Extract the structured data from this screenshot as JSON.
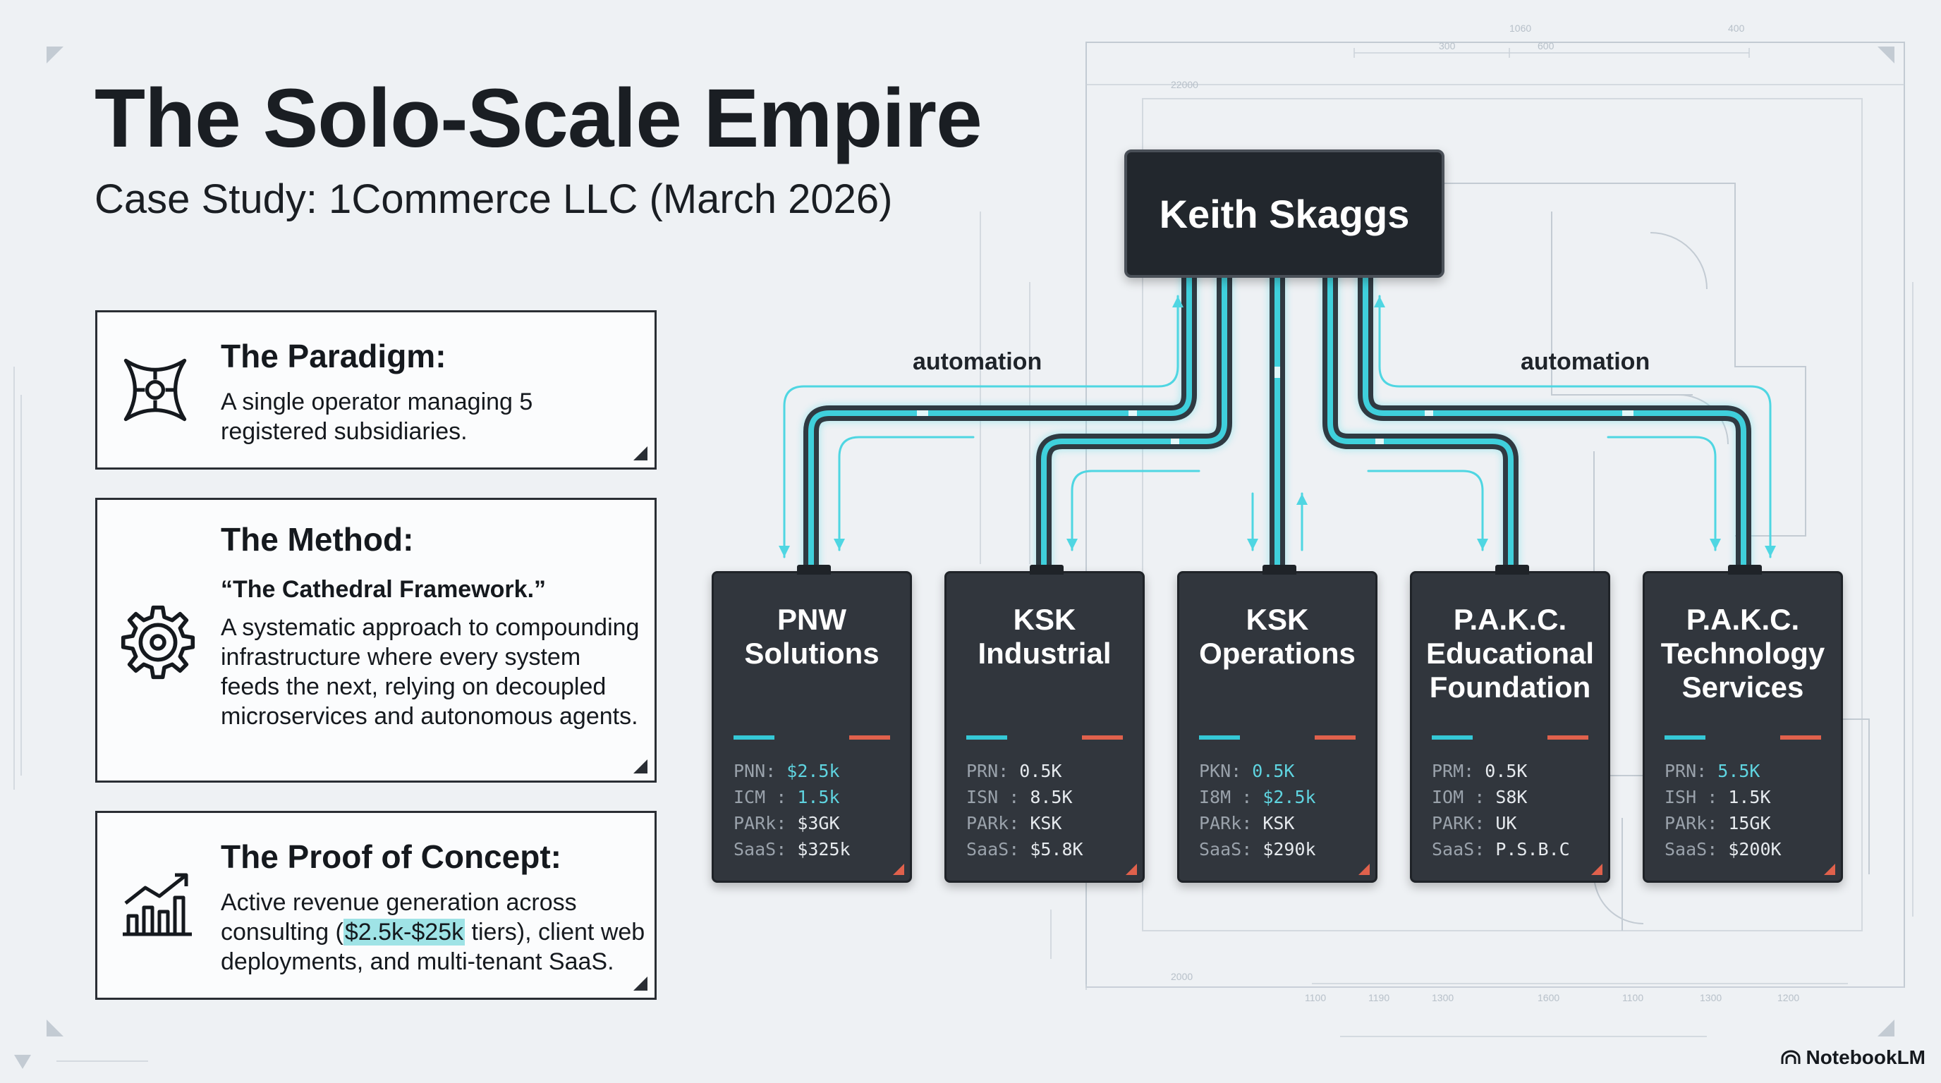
{
  "header": {
    "title": "The Solo-Scale Empire",
    "subtitle": "Case Study: 1Commerce LLC (March 2026)"
  },
  "panels": [
    {
      "icon": "star-compass-icon",
      "title": "The Paradigm:",
      "text": "A single operator managing 5 registered subsidiaries."
    },
    {
      "icon": "gear-icon",
      "title": "The Method:",
      "quote": "“The Cathedral Framework.”",
      "text": "A systematic approach to compounding infrastructure where every system feeds the next, relying on decoupled microservices and autonomous agents."
    },
    {
      "icon": "growth-chart-icon",
      "title": "The Proof of Concept:",
      "text_before": "Active revenue generation across consulting (",
      "highlight": "$2.5k-$25k",
      "text_after": " tiers), client web deployments, and multi-tenant SaaS."
    }
  ],
  "org": {
    "root": "Keith Skaggs",
    "automation_left": "automation",
    "automation_right": "automation",
    "subsidiaries": [
      {
        "name": "PNW\nSolutions",
        "metrics": [
          {
            "label": "PNN:",
            "value": "$2.5k",
            "highlight": true
          },
          {
            "label": "ICM :",
            "value": "1.5k",
            "highlight": true
          },
          {
            "label": "PARk:",
            "value": "$3GK",
            "highlight": false
          },
          {
            "label": "SaaS:",
            "value": "$325k",
            "highlight": false
          }
        ]
      },
      {
        "name": "KSK\nIndustrial",
        "metrics": [
          {
            "label": "PRN:",
            "value": "0.5K",
            "highlight": false
          },
          {
            "label": "ISN :",
            "value": "8.5K",
            "highlight": false
          },
          {
            "label": "PARk:",
            "value": "KSK",
            "highlight": false
          },
          {
            "label": "SaaS:",
            "value": "$5.8K",
            "highlight": false
          }
        ]
      },
      {
        "name": "KSK\nOperations",
        "metrics": [
          {
            "label": "PKN:",
            "value": "0.5K",
            "highlight": true
          },
          {
            "label": "I8M :",
            "value": "$2.5k",
            "highlight": true
          },
          {
            "label": "PARk:",
            "value": "KSK",
            "highlight": false
          },
          {
            "label": "SaaS:",
            "value": "$290k",
            "highlight": false
          }
        ]
      },
      {
        "name": "P.A.K.C.\nEducational\nFoundation",
        "metrics": [
          {
            "label": "PRM:",
            "value": "0.5K",
            "highlight": false
          },
          {
            "label": "IOM :",
            "value": "S8K",
            "highlight": false
          },
          {
            "label": "PARK:",
            "value": "UK",
            "highlight": false
          },
          {
            "label": "SaaS:",
            "value": "P.S.B.C",
            "highlight": false
          }
        ]
      },
      {
        "name": "P.A.K.C.\nTechnology\nServices",
        "metrics": [
          {
            "label": "PRN:",
            "value": "5.5K",
            "highlight": true
          },
          {
            "label": "ISH :",
            "value": "1.5K",
            "highlight": false
          },
          {
            "label": "PARk:",
            "value": "15GK",
            "highlight": false
          },
          {
            "label": "SaaS:",
            "value": "$200K",
            "highlight": false
          }
        ]
      }
    ]
  },
  "blueprint": {
    "dimension_labels": [
      "22000",
      "1060",
      "300",
      "600",
      "400",
      "2000",
      "1100",
      "1190",
      "1300",
      "1600",
      "1100",
      "1300",
      "1200"
    ]
  },
  "brand": "NotebookLM",
  "colors": {
    "accent_cyan": "#35c8d6",
    "accent_red": "#e0614c",
    "node_bg": "#31363d",
    "root_bg": "#22272d"
  }
}
